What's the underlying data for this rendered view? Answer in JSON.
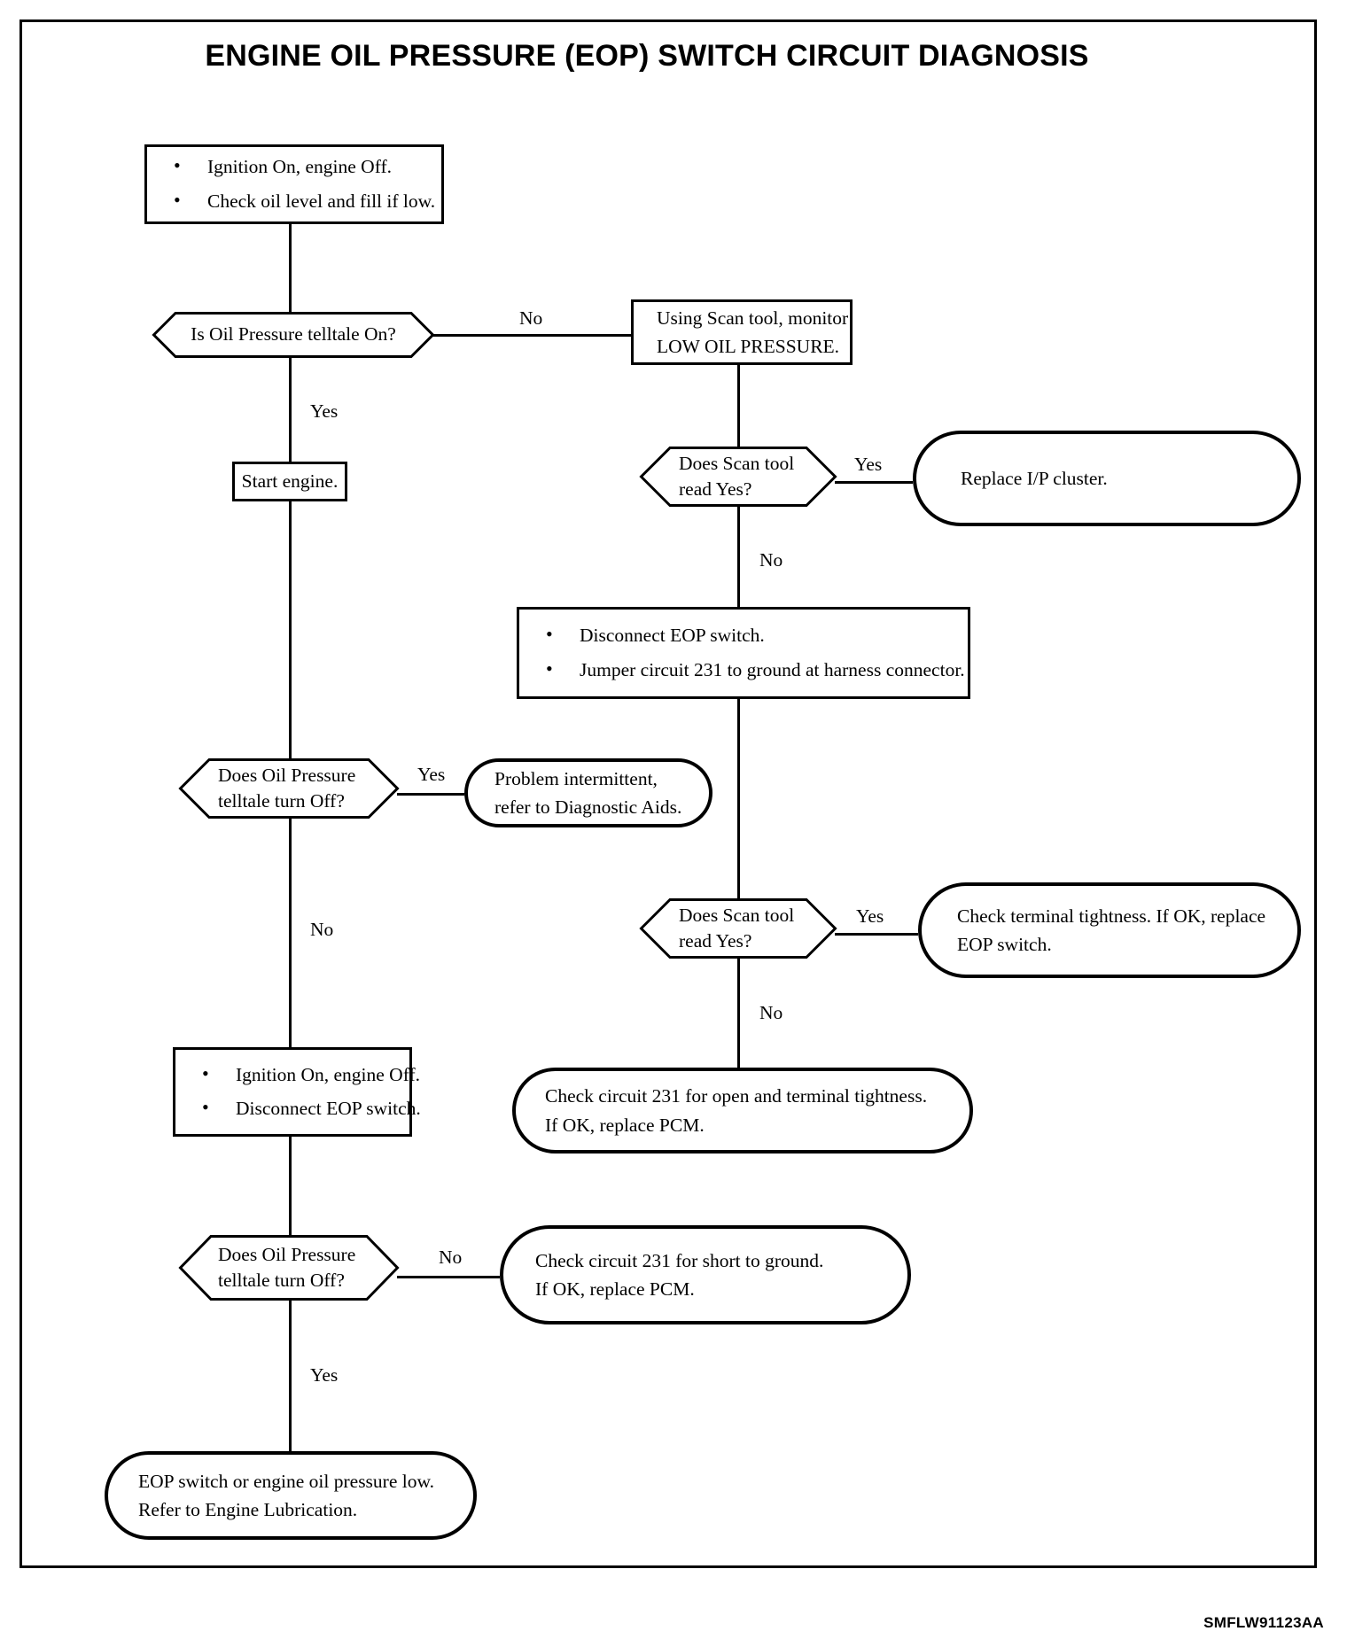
{
  "document": {
    "title": "ENGINE OIL PRESSURE (EOP) SWITCH CIRCUIT DIAGNOSIS",
    "doc_id": "SMFLW91123AA"
  },
  "chart_data": {
    "type": "diagram",
    "diagram_kind": "flowchart",
    "title": "ENGINE OIL PRESSURE (EOP) SWITCH CIRCUIT DIAGNOSIS"
  },
  "nodes": {
    "n1": {
      "shape": "process",
      "bullets": [
        "Ignition On, engine Off.",
        "Check oil level and fill if low."
      ]
    },
    "n2": {
      "shape": "decision",
      "lines": [
        "Is Oil Pressure telltale On?"
      ]
    },
    "n3": {
      "shape": "process",
      "lines": [
        "Using Scan tool, monitor",
        "LOW OIL PRESSURE."
      ]
    },
    "n4": {
      "shape": "process",
      "lines": [
        "Start engine."
      ]
    },
    "n5": {
      "shape": "decision",
      "lines": [
        "Does Scan tool",
        "read Yes?"
      ]
    },
    "n6": {
      "shape": "terminator",
      "lines": [
        "Replace I/P cluster."
      ]
    },
    "n7": {
      "shape": "process",
      "bullets": [
        "Disconnect EOP switch.",
        "Jumper circuit 231 to ground at harness connector."
      ]
    },
    "n8": {
      "shape": "decision",
      "lines": [
        "Does Oil Pressure",
        "telltale turn Off?"
      ]
    },
    "n9": {
      "shape": "terminator",
      "lines": [
        "Problem intermittent,",
        "refer to Diagnostic Aids."
      ]
    },
    "n10": {
      "shape": "decision",
      "lines": [
        "Does Scan tool",
        "read Yes?"
      ]
    },
    "n11": {
      "shape": "terminator",
      "lines": [
        "Check terminal tightness. If OK, replace",
        "EOP switch."
      ]
    },
    "n12": {
      "shape": "process",
      "bullets": [
        "Ignition On, engine Off.",
        "Disconnect EOP switch."
      ]
    },
    "n13": {
      "shape": "terminator",
      "lines": [
        "Check circuit 231 for open and terminal tightness.",
        "If OK, replace PCM."
      ]
    },
    "n14": {
      "shape": "decision",
      "lines": [
        "Does Oil Pressure",
        "telltale turn Off?"
      ]
    },
    "n15": {
      "shape": "terminator",
      "lines": [
        "Check circuit 231 for short to ground.",
        "If OK, replace PCM."
      ]
    },
    "n16": {
      "shape": "terminator",
      "lines": [
        "EOP switch or engine oil pressure low.",
        "Refer to Engine Lubrication."
      ]
    }
  },
  "edge_labels": {
    "e_n2_no": "No",
    "e_n2_yes": "Yes",
    "e_n5_yes": "Yes",
    "e_n5_no": "No",
    "e_n8_yes": "Yes",
    "e_n8_no": "No",
    "e_n10_yes": "Yes",
    "e_n10_no": "No",
    "e_n14_no": "No",
    "e_n14_yes": "Yes"
  }
}
